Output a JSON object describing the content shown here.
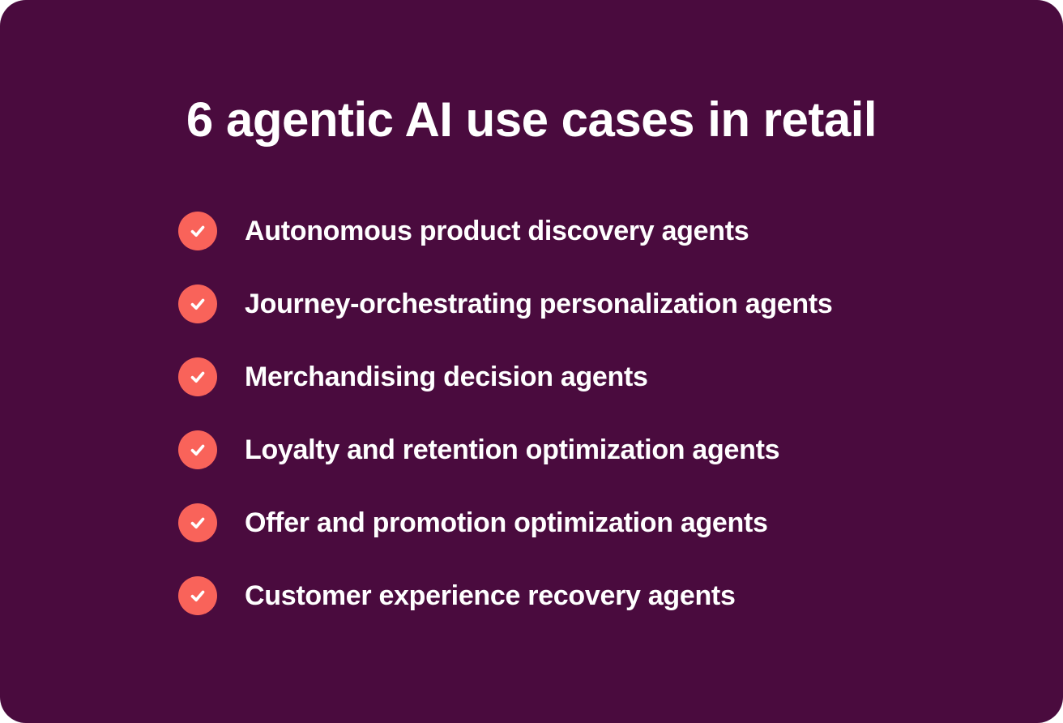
{
  "infographic": {
    "title": "6 agentic AI use cases in retail",
    "items": [
      {
        "label": "Autonomous product discovery agents"
      },
      {
        "label": "Journey-orchestrating personalization agents"
      },
      {
        "label": "Merchandising decision agents"
      },
      {
        "label": "Loyalty and retention optimization agents"
      },
      {
        "label": "Offer and promotion optimization agents"
      },
      {
        "label": "Customer experience recovery agents"
      }
    ],
    "bullet_icon": "check-icon",
    "colors": {
      "card_background": "#4A0B3E",
      "bullet_background": "#F9635A",
      "text": "#FFFFFF"
    }
  }
}
